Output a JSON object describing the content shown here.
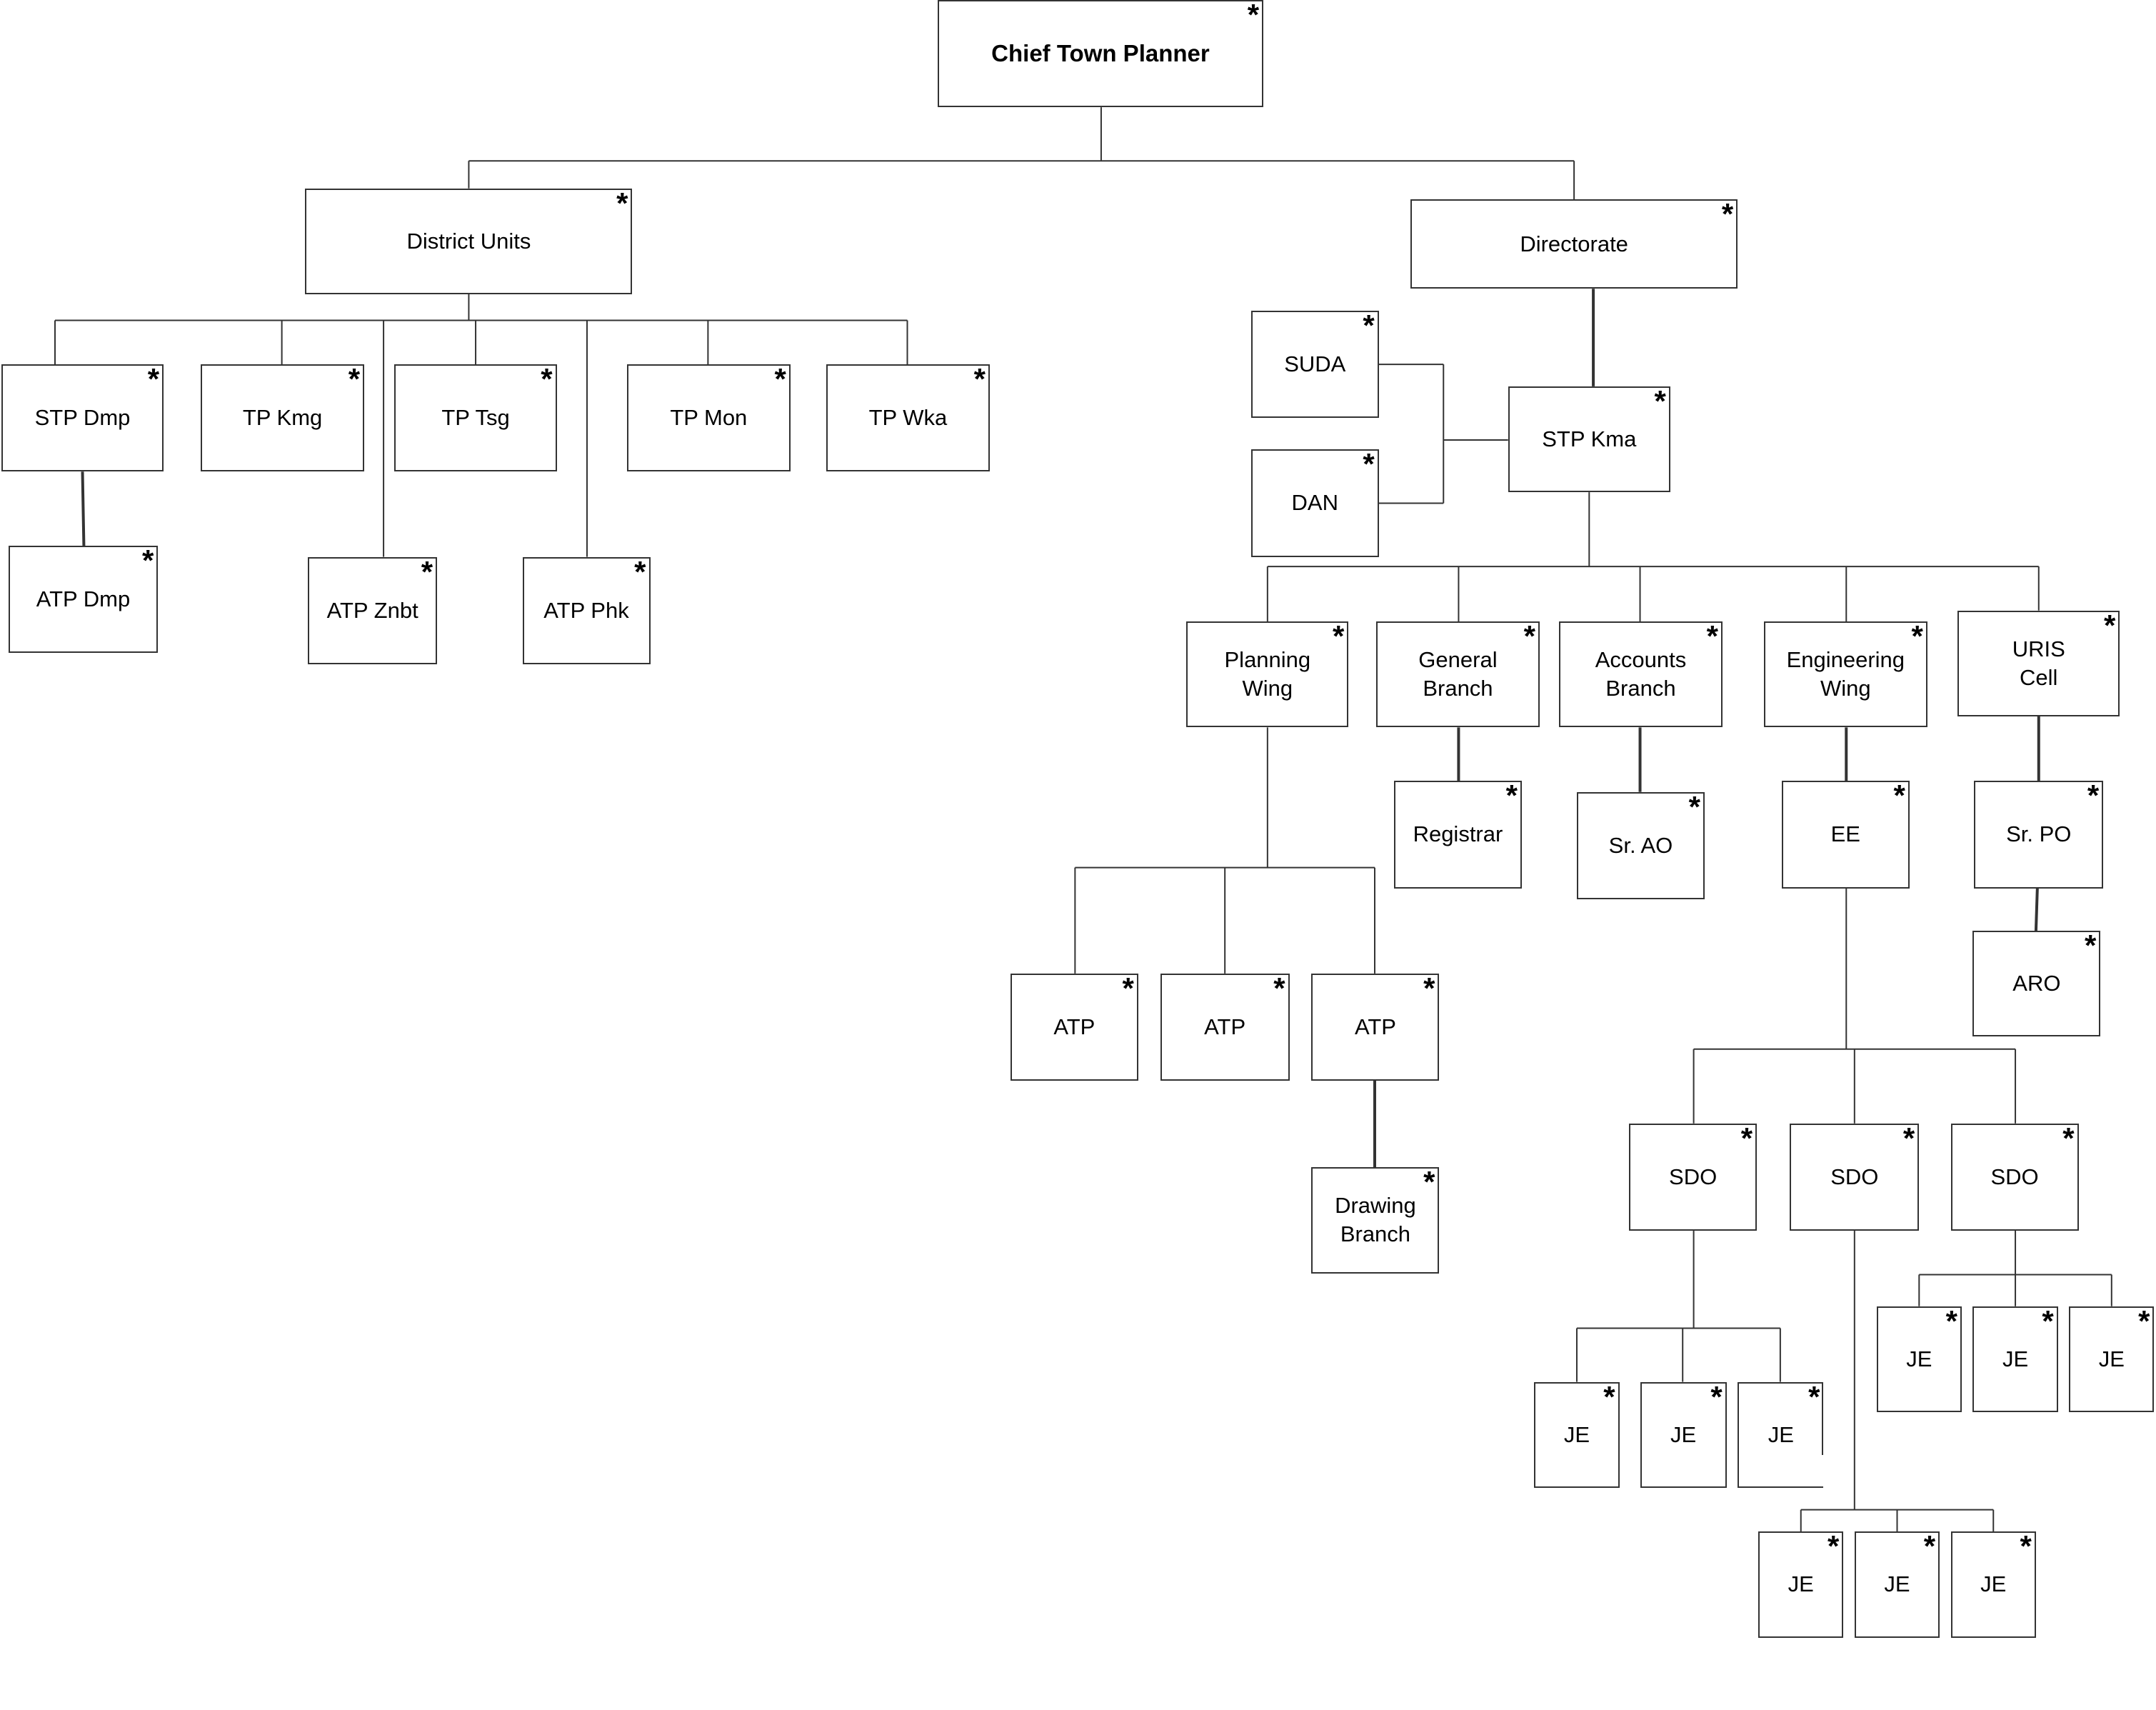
{
  "title": "Chief Town Planner",
  "star_glyph": "*",
  "nodes": [
    {
      "id": "ctp",
      "label": "Chief Town Planner"
    },
    {
      "id": "district",
      "label": "District Units"
    },
    {
      "id": "directorate",
      "label": "Directorate"
    },
    {
      "id": "stpdmp",
      "label": "STP Dmp"
    },
    {
      "id": "tpkmg",
      "label": "TP Kmg"
    },
    {
      "id": "tptsg",
      "label": "TP Tsg"
    },
    {
      "id": "tpmon",
      "label": "TP Mon"
    },
    {
      "id": "tpwka",
      "label": "TP Wka"
    },
    {
      "id": "atpdmp",
      "label": "ATP Dmp"
    },
    {
      "id": "atpznbt",
      "label": "ATP Znbt"
    },
    {
      "id": "atpphk",
      "label": "ATP Phk"
    },
    {
      "id": "suda",
      "label": "SUDA"
    },
    {
      "id": "dan",
      "label": "DAN"
    },
    {
      "id": "stpkma",
      "label": "STP Kma"
    },
    {
      "id": "planning",
      "label": "Planning\nWing"
    },
    {
      "id": "general",
      "label": "General\nBranch"
    },
    {
      "id": "accounts",
      "label": "Accounts\nBranch"
    },
    {
      "id": "engineering",
      "label": "Engineering\nWing"
    },
    {
      "id": "uris",
      "label": "URIS\nCell"
    },
    {
      "id": "registrar",
      "label": "Registrar"
    },
    {
      "id": "srao",
      "label": "Sr. AO"
    },
    {
      "id": "ee",
      "label": "EE"
    },
    {
      "id": "srpo",
      "label": "Sr. PO"
    },
    {
      "id": "aro",
      "label": "ARO"
    },
    {
      "id": "atp1",
      "label": "ATP"
    },
    {
      "id": "atp2",
      "label": "ATP"
    },
    {
      "id": "atp3",
      "label": "ATP"
    },
    {
      "id": "drawing",
      "label": "Drawing\nBranch"
    },
    {
      "id": "sdo1",
      "label": "SDO"
    },
    {
      "id": "sdo2",
      "label": "SDO"
    },
    {
      "id": "sdo3",
      "label": "SDO"
    },
    {
      "id": "je1",
      "label": "JE"
    },
    {
      "id": "je2",
      "label": "JE"
    },
    {
      "id": "je3",
      "label": "JE"
    },
    {
      "id": "je4",
      "label": "JE"
    },
    {
      "id": "je5",
      "label": "JE"
    },
    {
      "id": "je6",
      "label": "JE"
    },
    {
      "id": "je7",
      "label": "JE"
    },
    {
      "id": "je8",
      "label": "JE"
    },
    {
      "id": "je9",
      "label": "JE"
    }
  ],
  "edges": [
    [
      "ctp",
      "district"
    ],
    [
      "ctp",
      "directorate"
    ],
    [
      "district",
      "stpdmp"
    ],
    [
      "district",
      "tpkmg"
    ],
    [
      "district",
      "tptsg"
    ],
    [
      "district",
      "tpmon"
    ],
    [
      "district",
      "tpwka"
    ],
    [
      "district",
      "atpznbt"
    ],
    [
      "district",
      "atpphk"
    ],
    [
      "stpdmp",
      "atpdmp"
    ],
    [
      "directorate",
      "stpkma"
    ],
    [
      "stpkma",
      "suda"
    ],
    [
      "stpkma",
      "dan"
    ],
    [
      "stpkma",
      "planning"
    ],
    [
      "stpkma",
      "general"
    ],
    [
      "stpkma",
      "accounts"
    ],
    [
      "stpkma",
      "engineering"
    ],
    [
      "stpkma",
      "uris"
    ],
    [
      "general",
      "registrar"
    ],
    [
      "accounts",
      "srao"
    ],
    [
      "engineering",
      "ee"
    ],
    [
      "uris",
      "srpo"
    ],
    [
      "srpo",
      "aro"
    ],
    [
      "planning",
      "atp1"
    ],
    [
      "planning",
      "atp2"
    ],
    [
      "planning",
      "atp3"
    ],
    [
      "atp3",
      "drawing"
    ],
    [
      "ee",
      "sdo1"
    ],
    [
      "ee",
      "sdo2"
    ],
    [
      "ee",
      "sdo3"
    ],
    [
      "sdo1",
      "je1"
    ],
    [
      "sdo1",
      "je2"
    ],
    [
      "sdo1",
      "je3"
    ],
    [
      "sdo3",
      "je4"
    ],
    [
      "sdo3",
      "je5"
    ],
    [
      "sdo3",
      "je6"
    ],
    [
      "sdo2",
      "je7"
    ],
    [
      "sdo2",
      "je8"
    ],
    [
      "sdo2",
      "je9"
    ]
  ]
}
